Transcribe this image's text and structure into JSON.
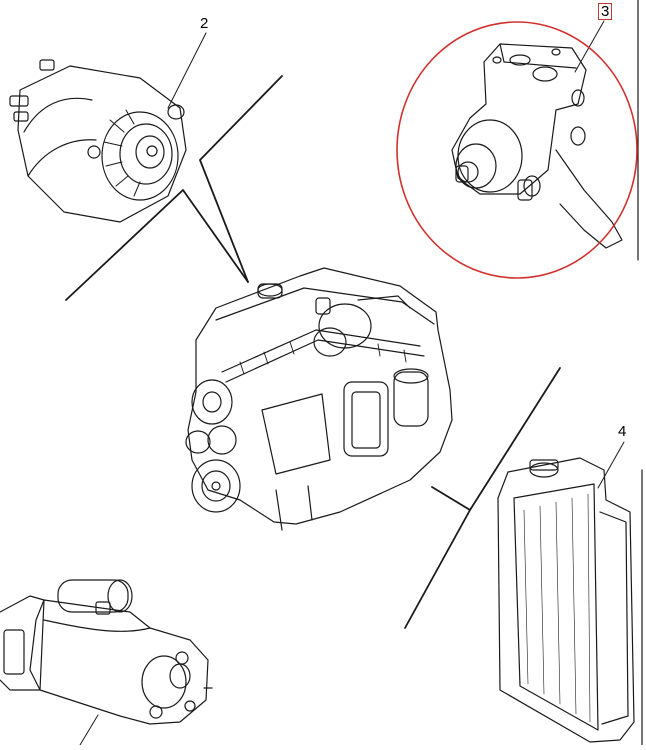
{
  "callouts": {
    "alternator": "2",
    "water_pump": "3",
    "radiator": "4"
  },
  "colors": {
    "line": "#1a1a1a",
    "highlight_circle": "#d0312d",
    "callout_box": "#c0392b"
  },
  "highlighted_part": "water_pump"
}
